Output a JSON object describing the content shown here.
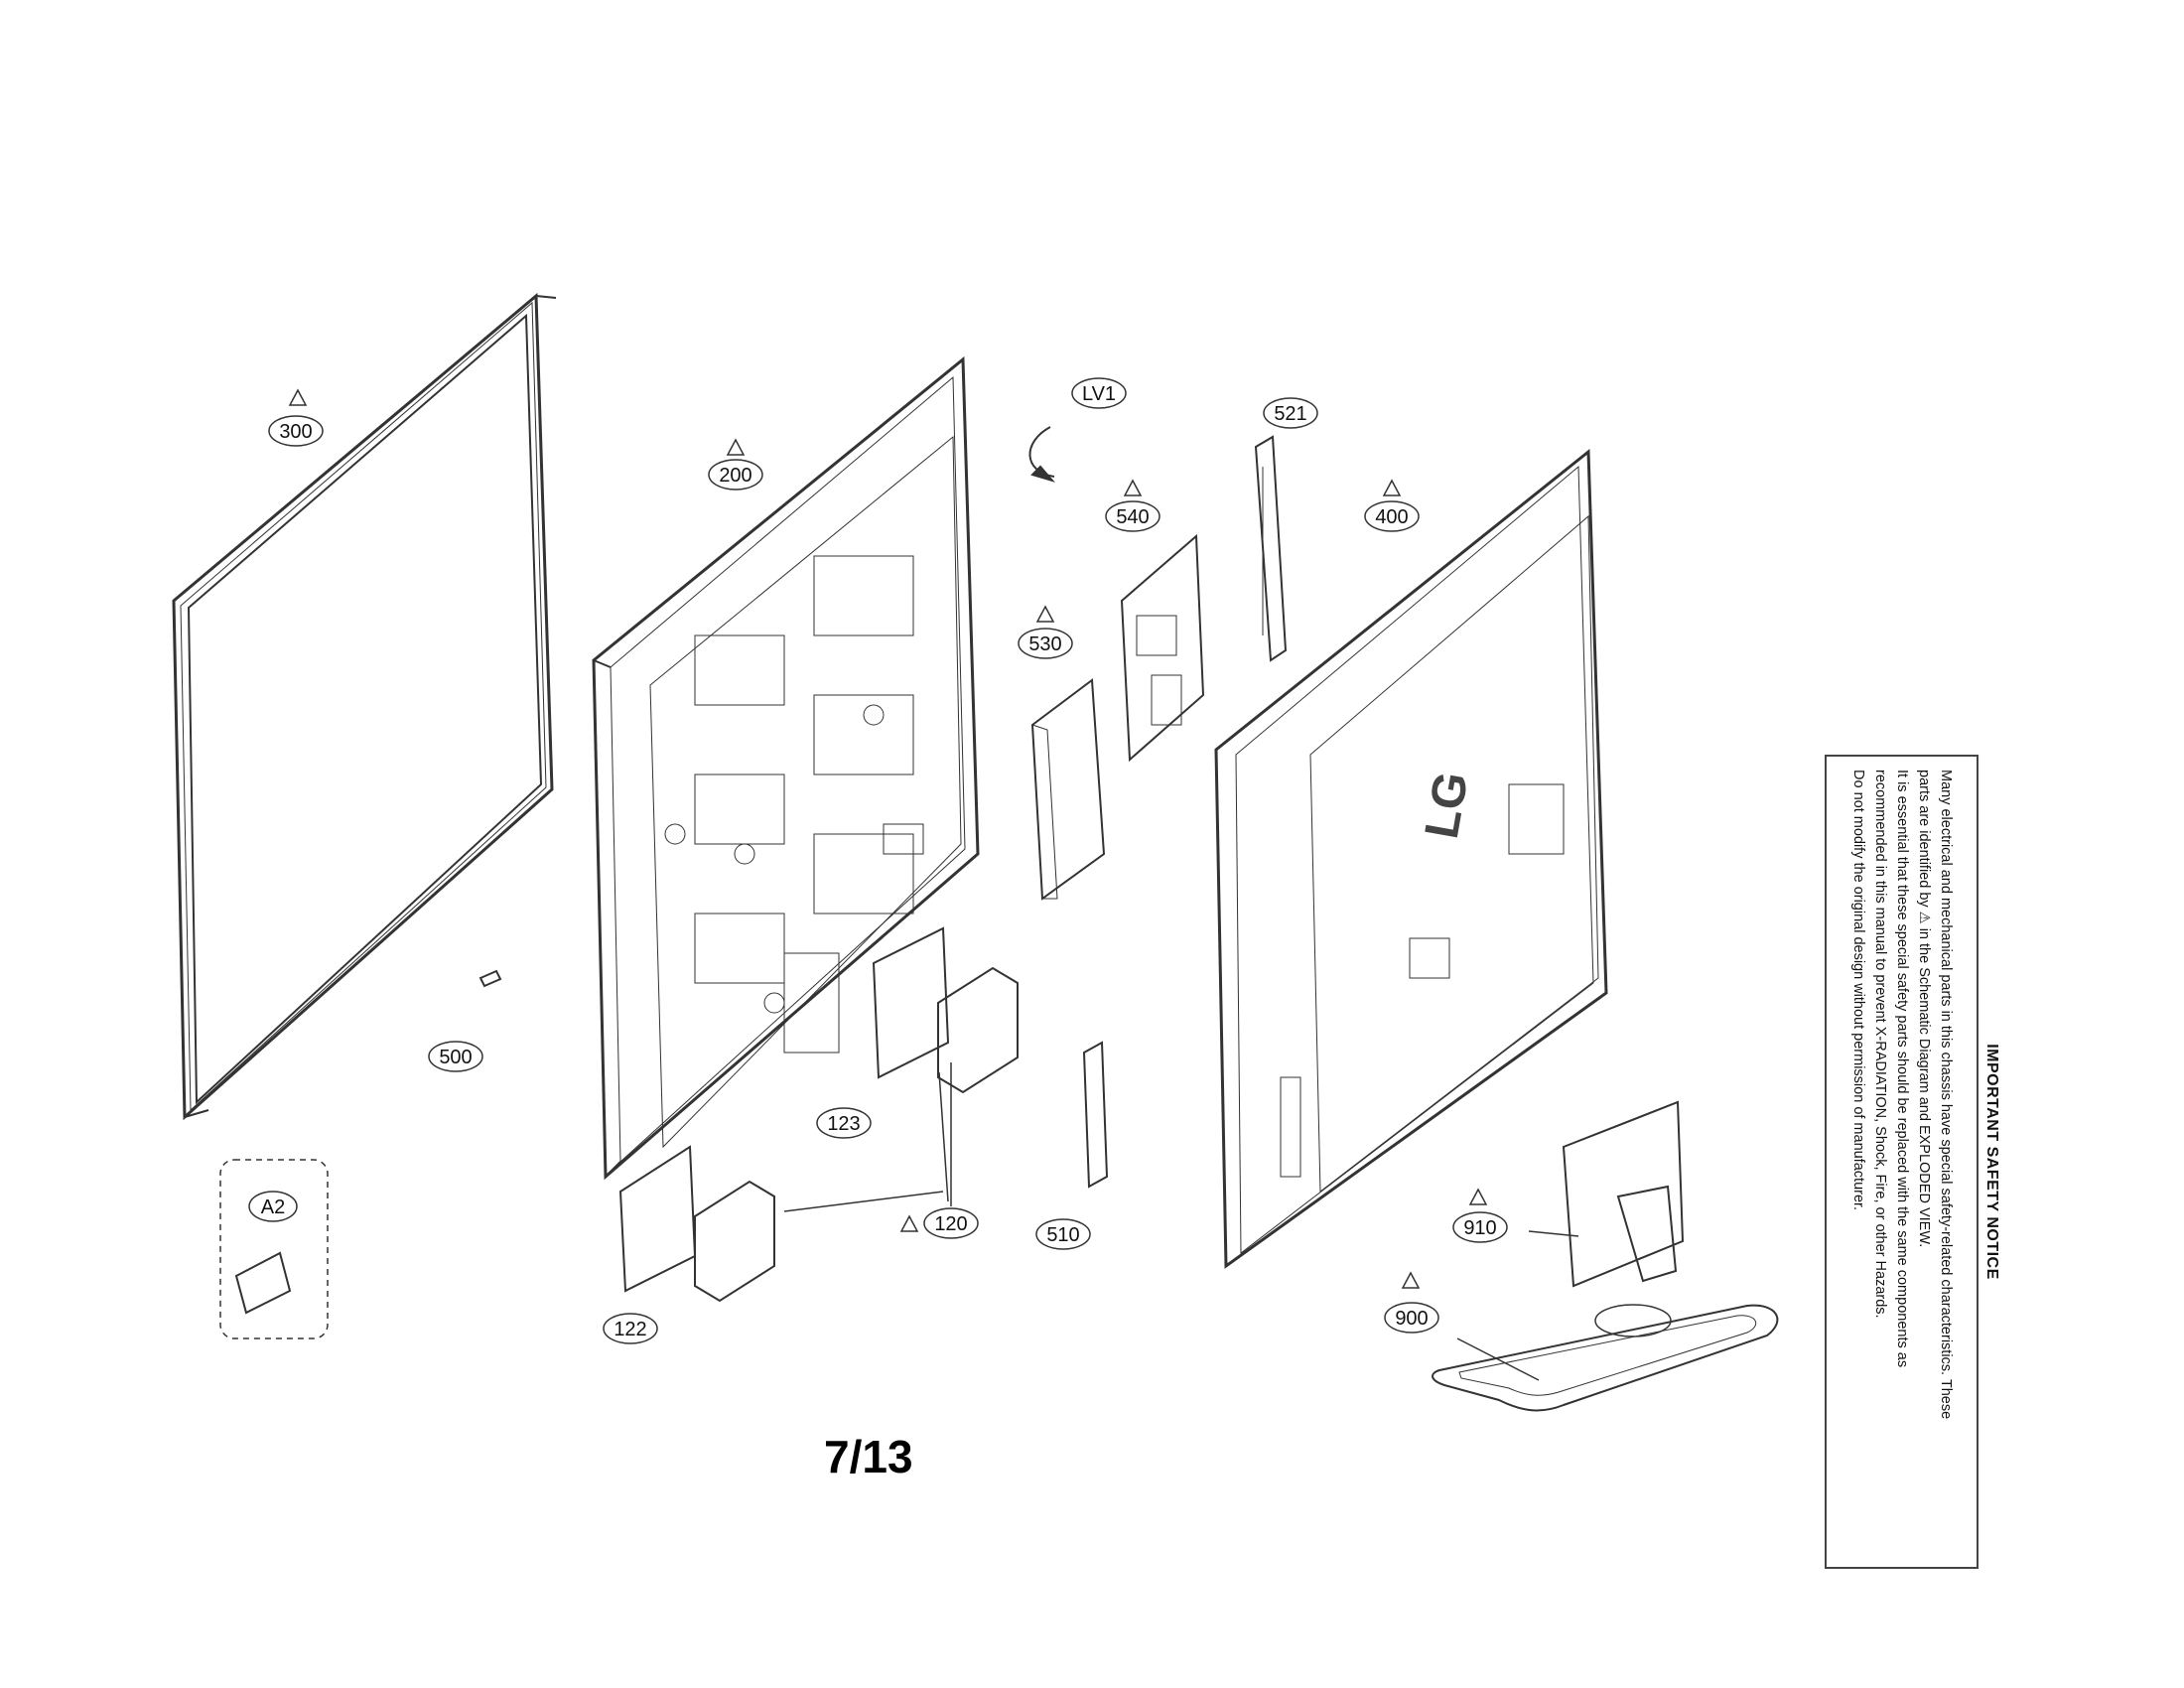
{
  "parts": {
    "p300": "300",
    "p200": "200",
    "lv1": "LV1",
    "p521": "521",
    "p540": "540",
    "p530": "530",
    "p400": "400",
    "p500": "500",
    "p123": "123",
    "p120": "120",
    "p122": "122",
    "p510": "510",
    "p910": "910",
    "p900": "900",
    "a2": "A2"
  },
  "page_number": "7/13",
  "logo_text": "LG",
  "safety_notice": {
    "title": "IMPORTANT SAFETY NOTICE",
    "lines": [
      "Many electrical and mechanical parts in this chassis have special safety-related characteristics. These",
      "parts are identified by ⚠ in the Schematic Diagram and EXPLODED VIEW.",
      "It is essential that these special safety parts should be replaced with the same components as",
      "recommended in this manual to prevent X-RADIATION, Shock, Fire, or other Hazards.",
      "Do not modify the original design without permission of manufacturer."
    ]
  },
  "colors": {
    "line": "#333333",
    "background": "#ffffff"
  }
}
